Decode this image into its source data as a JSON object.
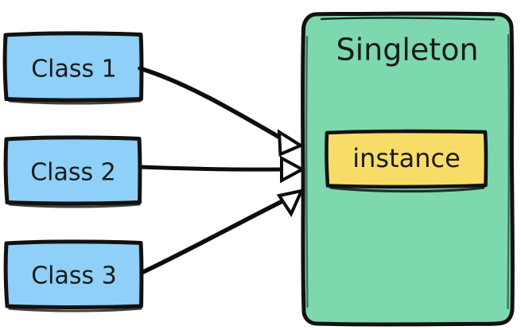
{
  "diagram": {
    "type": "uml-singleton-pattern",
    "background_color": "#ffffff",
    "style": "hand-drawn-sketch",
    "colors": {
      "class_box_fill": "#8ed0f8",
      "singleton_fill": "#7dd8ae",
      "instance_fill": "#f7dd68",
      "stroke": "#111111",
      "text": "#1a1a1a",
      "arrowhead_fill": "#ffffff"
    },
    "client_classes": [
      {
        "id": "class-1",
        "label": "Class 1"
      },
      {
        "id": "class-2",
        "label": "Class 2"
      },
      {
        "id": "class-3",
        "label": "Class 3"
      }
    ],
    "singleton": {
      "title": "Singleton",
      "field": "instance"
    },
    "connectors": [
      {
        "from": "class-1",
        "to": "singleton",
        "arrowhead": "hollow-triangle"
      },
      {
        "from": "class-2",
        "to": "singleton",
        "arrowhead": "hollow-triangle"
      },
      {
        "from": "class-3",
        "to": "singleton",
        "arrowhead": "hollow-triangle"
      }
    ]
  }
}
